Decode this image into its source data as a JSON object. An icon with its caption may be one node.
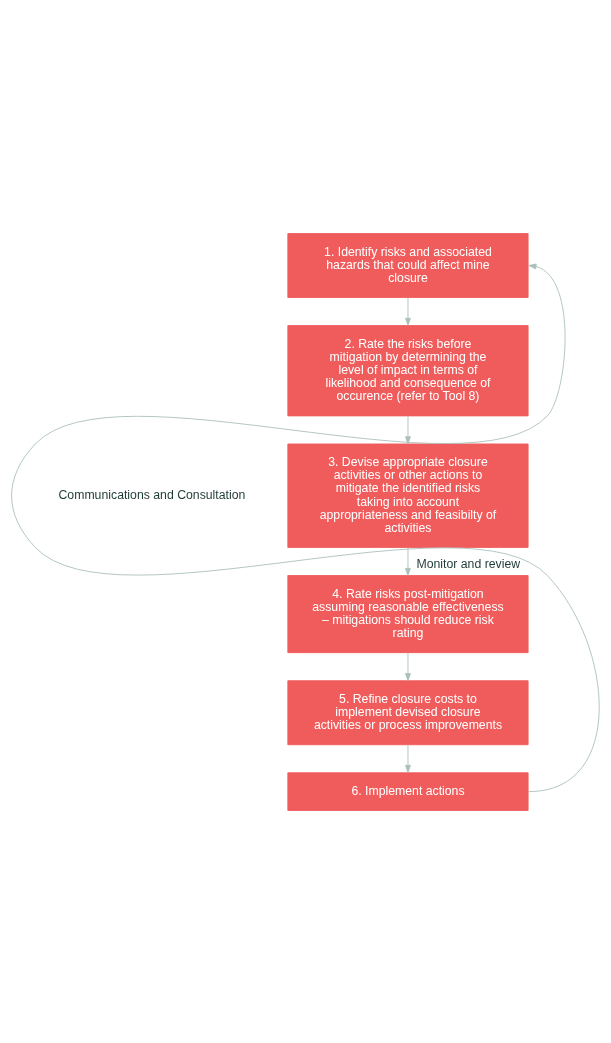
{
  "diagram": {
    "nodes": [
      {
        "text": [
          "1. Identify risks and associated hazards that could affect mine closure"
        ]
      },
      {
        "text": [
          "2. Rate the risks before mitigation by determining the level of impact in terms of likelihood and consequence of occurence (refer to Tool 8)"
        ]
      },
      {
        "text": [
          "3. Devise appropriate closure activities or other actions to mitigate the identified risks taking into account appropriateness and feasibilty of activities"
        ]
      },
      {
        "text": [
          "4. Rate risks post-mitigation assuming reasonable effectiveness – mitigations should reduce risk rating"
        ]
      },
      {
        "text": [
          "5. Refine closure costs to implement devised closure activities or process improvements"
        ]
      },
      {
        "text": [
          "6. Implement actions"
        ]
      }
    ],
    "edges": [
      {
        "from": 0,
        "to": 1,
        "arrow": "to"
      },
      {
        "from": 1,
        "to": 2,
        "arrow": "to"
      },
      {
        "from": 2,
        "to": 3,
        "arrow": "to"
      },
      {
        "from": 3,
        "to": 4,
        "arrow": "to"
      },
      {
        "from": 4,
        "to": 5,
        "arrow": "to"
      },
      {
        "from": 5,
        "to": 0,
        "arrow": "to",
        "label": "Monitor and review"
      }
    ],
    "labels": [
      "Communications and Consultation"
    ]
  }
}
